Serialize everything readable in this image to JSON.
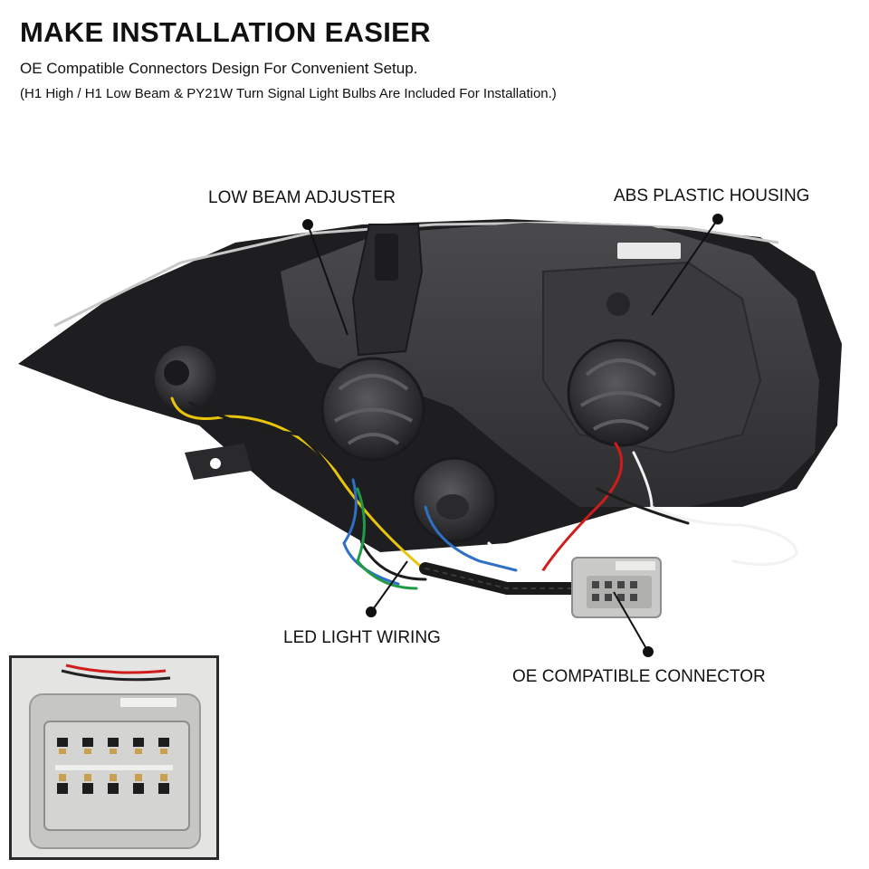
{
  "header": {
    "title": "MAKE INSTALLATION EASIER",
    "subtitle": "OE Compatible Connectors Design For Convenient Setup.",
    "note": "(H1 High / H1 Low Beam & PY21W Turn Signal Light Bulbs Are Included For Installation.)"
  },
  "callouts": {
    "low_beam_adjuster": "LOW BEAM ADJUSTER",
    "abs_housing": "ABS PLASTIC HOUSING",
    "led_wiring": "LED LIGHT WIRING",
    "oe_connector": "OE COMPATIBLE CONNECTOR"
  },
  "colors": {
    "housing": "#3f3f41",
    "housing_dark": "#2a2a2c",
    "connector": "#c9c9c7",
    "wire_yellow": "#e8c40a",
    "wire_blue": "#2f6fc4",
    "wire_red": "#d11c1c",
    "wire_green": "#1f9a46"
  },
  "icons": {
    "product": "headlight-rear-view",
    "inset": "connector-closeup"
  }
}
